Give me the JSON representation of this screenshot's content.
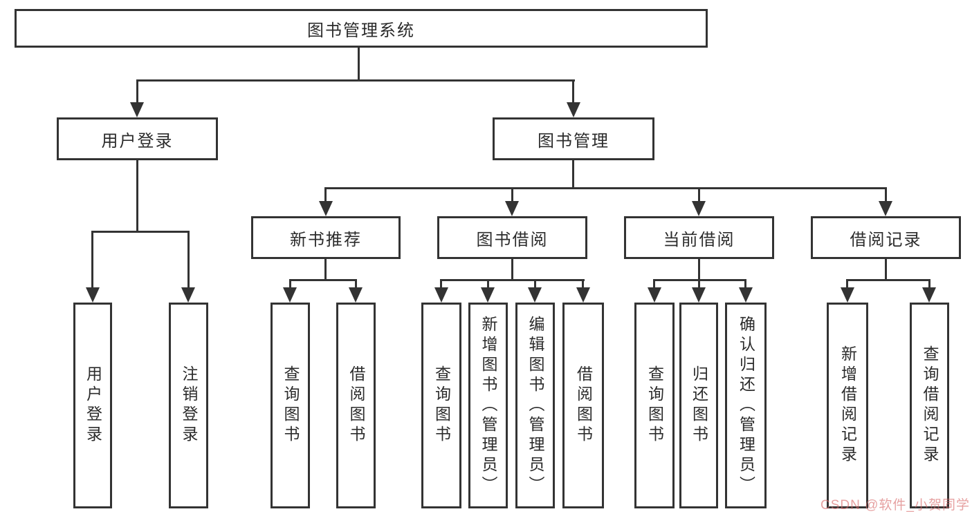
{
  "diagram": {
    "root": "图书管理系统",
    "branches": {
      "user_login": "用户登录",
      "book_mgmt": "图书管理"
    },
    "modules": {
      "new_book_rec": "新书推荐",
      "book_borrow": "图书借阅",
      "current_borrow": "当前借阅",
      "borrow_records": "借阅记录"
    },
    "leaves": {
      "user": [
        "用户登录",
        "注销登录"
      ],
      "recommend": [
        "查询图书",
        "借阅图书"
      ],
      "borrow": [
        "查询图书",
        "新增图书（管理员）",
        "编辑图书（管理员）",
        "借阅图书"
      ],
      "current": [
        "查询图书",
        "归还图书",
        "确认归还（管理员）"
      ],
      "records": [
        "新增借阅记录",
        "查询借阅记录"
      ]
    }
  },
  "watermark": "CSDN @软件_小贺同学",
  "colors": {
    "line": "#333333",
    "text": "#2b2b2b",
    "watermark_pink": "#e2a2a2"
  }
}
